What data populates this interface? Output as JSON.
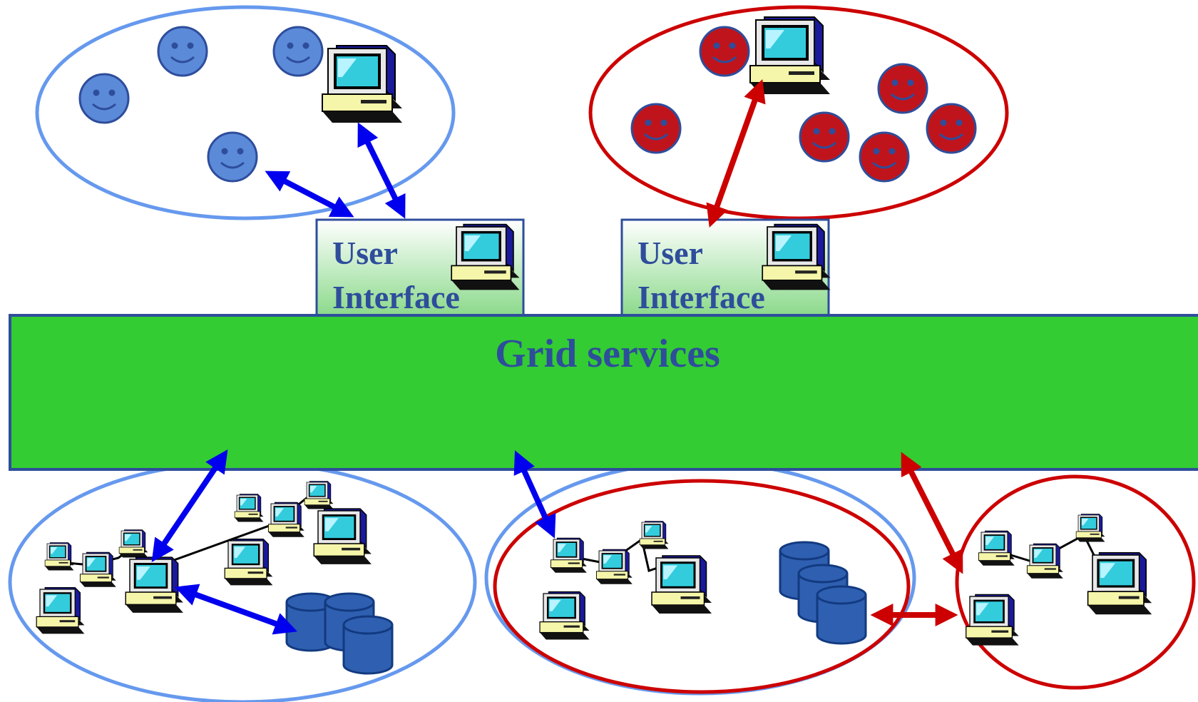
{
  "grid_label": "Grid services",
  "ui_boxes": [
    {
      "line1": "User",
      "line2": "Interface"
    },
    {
      "line1": "User",
      "line2": "Interface"
    }
  ],
  "colors": {
    "blue_group": "#6699ee",
    "blue_arrow": "#0000ee",
    "red_group": "#cc0000",
    "face_blue": "#5b8ad9",
    "face_red": "#c0141c",
    "grid_fill": "#33cc33",
    "grid_border": "#2e4d9b",
    "label_text": "#2e4d9b",
    "db_fill": "#2f5fb0"
  }
}
